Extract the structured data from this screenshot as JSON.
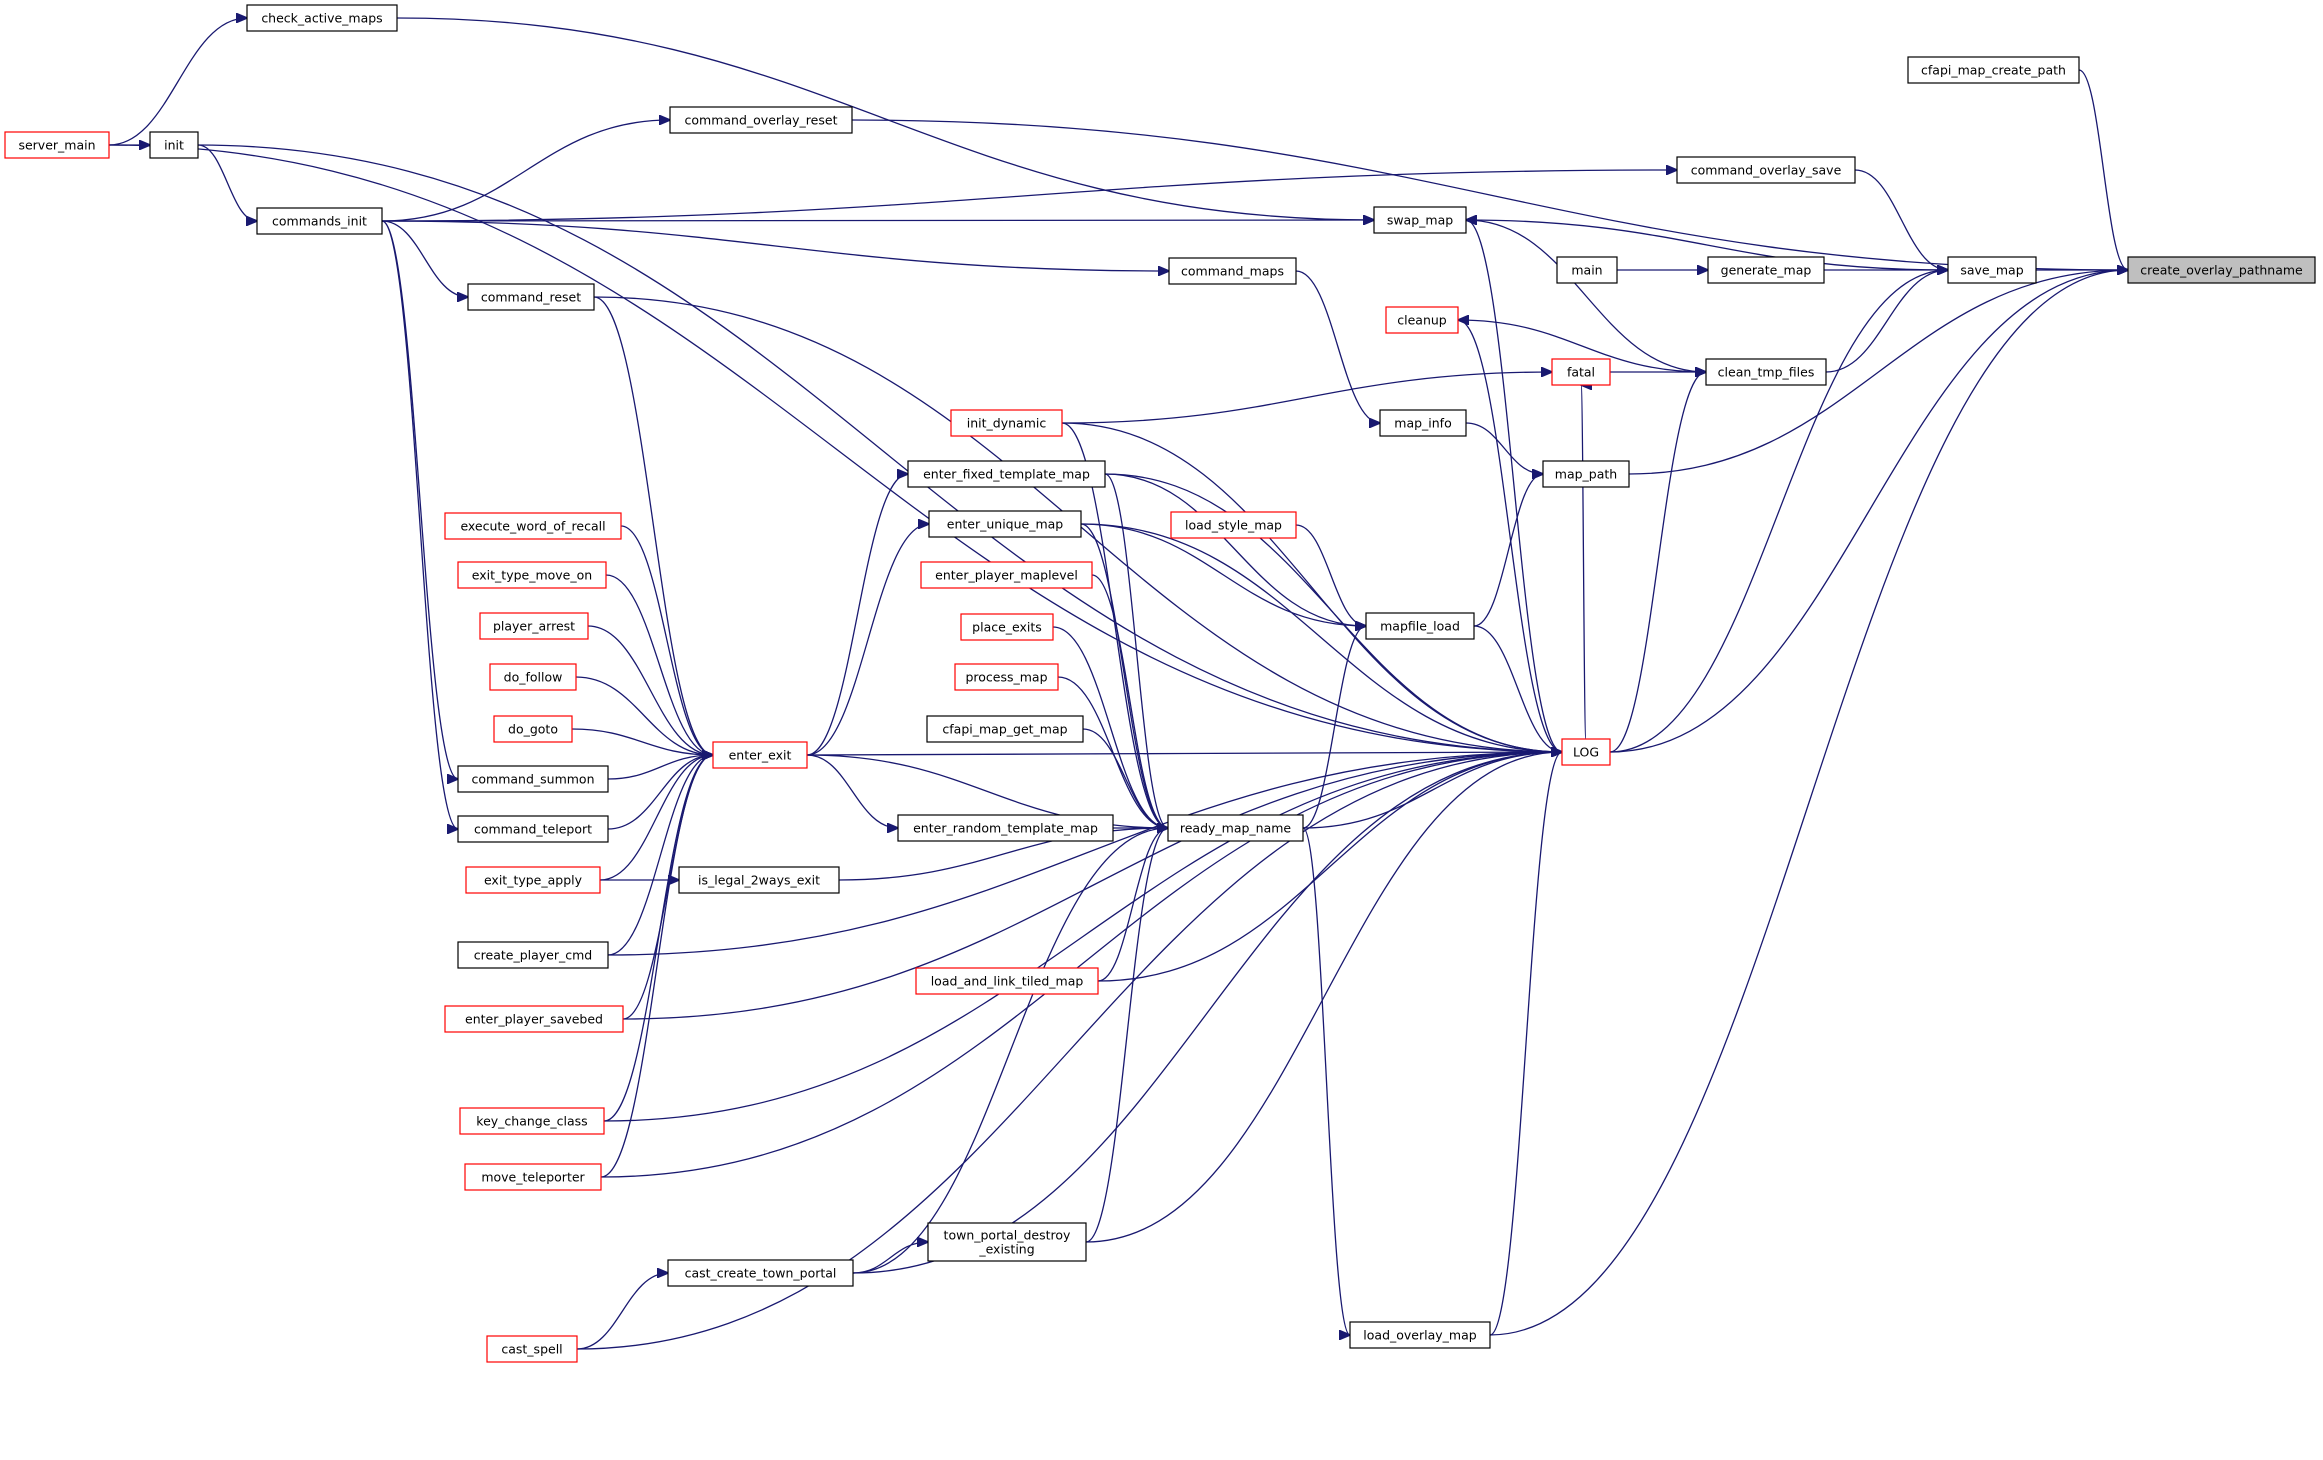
{
  "diagram": {
    "colors": {
      "edge": "#191970",
      "node_border": "#000000",
      "node_border_incomplete": "#ff0000",
      "root_fill": "#bfbfbf"
    },
    "nodes": [
      {
        "id": "create_overlay_pathname",
        "label": "create_overlay_pathname",
        "style": "root"
      },
      {
        "id": "cfapi_map_create_path",
        "label": "cfapi_map_create_path",
        "style": "normal"
      },
      {
        "id": "save_map",
        "label": "save_map",
        "style": "normal"
      },
      {
        "id": "command_overlay_save",
        "label": "command_overlay_save",
        "style": "normal"
      },
      {
        "id": "generate_map",
        "label": "generate_map",
        "style": "normal"
      },
      {
        "id": "main",
        "label": "main",
        "style": "normal"
      },
      {
        "id": "clean_tmp_files",
        "label": "clean_tmp_files",
        "style": "normal"
      },
      {
        "id": "fatal",
        "label": "fatal",
        "style": "red"
      },
      {
        "id": "cleanup",
        "label": "cleanup",
        "style": "red"
      },
      {
        "id": "swap_map",
        "label": "swap_map",
        "style": "normal"
      },
      {
        "id": "map_path",
        "label": "map_path",
        "style": "normal"
      },
      {
        "id": "map_info",
        "label": "map_info",
        "style": "normal"
      },
      {
        "id": "command_maps",
        "label": "command_maps",
        "style": "normal"
      },
      {
        "id": "LOG",
        "label": "LOG",
        "style": "red"
      },
      {
        "id": "mapfile_load",
        "label": "mapfile_load",
        "style": "normal"
      },
      {
        "id": "load_style_map",
        "label": "load_style_map",
        "style": "red"
      },
      {
        "id": "ready_map_name",
        "label": "ready_map_name",
        "style": "normal"
      },
      {
        "id": "load_overlay_map",
        "label": "load_overlay_map",
        "style": "normal"
      },
      {
        "id": "town_portal_destroy_existing",
        "label": "town_portal_destroy\n_existing",
        "style": "normal"
      },
      {
        "id": "cast_create_town_portal",
        "label": "cast_create_town_portal",
        "style": "normal"
      },
      {
        "id": "cast_spell",
        "label": "cast_spell",
        "style": "red"
      },
      {
        "id": "load_and_link_tiled_map",
        "label": "load_and_link_tiled_map",
        "style": "red"
      },
      {
        "id": "enter_random_template_map",
        "label": "enter_random_template_map",
        "style": "normal"
      },
      {
        "id": "is_legal_2ways_exit",
        "label": "is_legal_2ways_exit",
        "style": "normal"
      },
      {
        "id": "cfapi_map_get_map",
        "label": "cfapi_map_get_map",
        "style": "normal"
      },
      {
        "id": "process_map",
        "label": "process_map",
        "style": "red"
      },
      {
        "id": "place_exits",
        "label": "place_exits",
        "style": "red"
      },
      {
        "id": "enter_player_maplevel",
        "label": "enter_player_maplevel",
        "style": "red"
      },
      {
        "id": "enter_unique_map",
        "label": "enter_unique_map",
        "style": "normal"
      },
      {
        "id": "enter_fixed_template_map",
        "label": "enter_fixed_template_map",
        "style": "normal"
      },
      {
        "id": "init_dynamic",
        "label": "init_dynamic",
        "style": "red"
      },
      {
        "id": "enter_exit",
        "label": "enter_exit",
        "style": "red"
      },
      {
        "id": "execute_word_of_recall",
        "label": "execute_word_of_recall",
        "style": "red"
      },
      {
        "id": "exit_type_move_on",
        "label": "exit_type_move_on",
        "style": "red"
      },
      {
        "id": "player_arrest",
        "label": "player_arrest",
        "style": "red"
      },
      {
        "id": "do_follow",
        "label": "do_follow",
        "style": "red"
      },
      {
        "id": "do_goto",
        "label": "do_goto",
        "style": "red"
      },
      {
        "id": "command_summon",
        "label": "command_summon",
        "style": "normal"
      },
      {
        "id": "command_teleport",
        "label": "command_teleport",
        "style": "normal"
      },
      {
        "id": "exit_type_apply",
        "label": "exit_type_apply",
        "style": "red"
      },
      {
        "id": "create_player_cmd",
        "label": "create_player_cmd",
        "style": "normal"
      },
      {
        "id": "enter_player_savebed",
        "label": "enter_player_savebed",
        "style": "red"
      },
      {
        "id": "key_change_class",
        "label": "key_change_class",
        "style": "red"
      },
      {
        "id": "move_teleporter",
        "label": "move_teleporter",
        "style": "red"
      },
      {
        "id": "command_reset",
        "label": "command_reset",
        "style": "normal"
      },
      {
        "id": "commands_init",
        "label": "commands_init",
        "style": "normal"
      },
      {
        "id": "command_overlay_reset",
        "label": "command_overlay_reset",
        "style": "normal"
      },
      {
        "id": "init",
        "label": "init",
        "style": "normal"
      },
      {
        "id": "check_active_maps",
        "label": "check_active_maps",
        "style": "normal"
      },
      {
        "id": "server_main",
        "label": "server_main",
        "style": "red"
      }
    ],
    "edges": [
      [
        "cfapi_map_create_path",
        "create_overlay_pathname"
      ],
      [
        "save_map",
        "create_overlay_pathname"
      ],
      [
        "command_overlay_reset",
        "create_overlay_pathname"
      ],
      [
        "map_path",
        "create_overlay_pathname"
      ],
      [
        "LOG",
        "create_overlay_pathname"
      ],
      [
        "load_overlay_map",
        "create_overlay_pathname"
      ],
      [
        "command_overlay_save",
        "save_map"
      ],
      [
        "generate_map",
        "save_map"
      ],
      [
        "clean_tmp_files",
        "save_map"
      ],
      [
        "swap_map",
        "save_map"
      ],
      [
        "LOG",
        "save_map"
      ],
      [
        "main",
        "generate_map"
      ],
      [
        "fatal",
        "clean_tmp_files"
      ],
      [
        "cleanup",
        "clean_tmp_files"
      ],
      [
        "LOG",
        "clean_tmp_files"
      ],
      [
        "clean_tmp_files",
        "swap_map"
      ],
      [
        "LOG",
        "swap_map"
      ],
      [
        "commands_init",
        "swap_map"
      ],
      [
        "check_active_maps",
        "swap_map"
      ],
      [
        "LOG",
        "fatal"
      ],
      [
        "init_dynamic",
        "fatal"
      ],
      [
        "LOG",
        "cleanup"
      ],
      [
        "map_info",
        "map_path"
      ],
      [
        "mapfile_load",
        "map_path"
      ],
      [
        "command_maps",
        "map_info"
      ],
      [
        "commands_init",
        "command_maps"
      ],
      [
        "mapfile_load",
        "LOG"
      ],
      [
        "ready_map_name",
        "LOG"
      ],
      [
        "load_and_link_tiled_map",
        "LOG"
      ],
      [
        "load_overlay_map",
        "LOG"
      ],
      [
        "enter_exit",
        "LOG"
      ],
      [
        "enter_fixed_template_map",
        "LOG"
      ],
      [
        "enter_unique_map",
        "LOG"
      ],
      [
        "init_dynamic",
        "LOG"
      ],
      [
        "command_reset",
        "LOG"
      ],
      [
        "create_player_cmd",
        "LOG"
      ],
      [
        "enter_player_savebed",
        "LOG"
      ],
      [
        "key_change_class",
        "LOG"
      ],
      [
        "move_teleporter",
        "LOG"
      ],
      [
        "town_portal_destroy_existing",
        "LOG"
      ],
      [
        "cast_create_town_portal",
        "LOG"
      ],
      [
        "cast_spell",
        "LOG"
      ],
      [
        "server_main",
        "LOG"
      ],
      [
        "init",
        "LOG"
      ],
      [
        "load_style_map",
        "mapfile_load"
      ],
      [
        "enter_fixed_template_map",
        "mapfile_load"
      ],
      [
        "enter_unique_map",
        "mapfile_load"
      ],
      [
        "ready_map_name",
        "mapfile_load"
      ],
      [
        "enter_random_template_map",
        "ready_map_name"
      ],
      [
        "is_legal_2ways_exit",
        "ready_map_name"
      ],
      [
        "cfapi_map_get_map",
        "ready_map_name"
      ],
      [
        "process_map",
        "ready_map_name"
      ],
      [
        "place_exits",
        "ready_map_name"
      ],
      [
        "enter_player_maplevel",
        "ready_map_name"
      ],
      [
        "enter_unique_map",
        "ready_map_name"
      ],
      [
        "enter_fixed_template_map",
        "ready_map_name"
      ],
      [
        "init_dynamic",
        "ready_map_name"
      ],
      [
        "enter_exit",
        "ready_map_name"
      ],
      [
        "load_and_link_tiled_map",
        "ready_map_name"
      ],
      [
        "town_portal_destroy_existing",
        "ready_map_name"
      ],
      [
        "cast_create_town_portal",
        "ready_map_name"
      ],
      [
        "ready_map_name",
        "load_overlay_map"
      ],
      [
        "cast_create_town_portal",
        "town_portal_destroy_existing"
      ],
      [
        "cast_spell",
        "cast_create_town_portal"
      ],
      [
        "enter_exit",
        "enter_random_template_map"
      ],
      [
        "enter_exit",
        "enter_fixed_template_map"
      ],
      [
        "enter_exit",
        "enter_unique_map"
      ],
      [
        "exit_type_apply",
        "is_legal_2ways_exit"
      ],
      [
        "execute_word_of_recall",
        "enter_exit"
      ],
      [
        "exit_type_move_on",
        "enter_exit"
      ],
      [
        "player_arrest",
        "enter_exit"
      ],
      [
        "do_follow",
        "enter_exit"
      ],
      [
        "do_goto",
        "enter_exit"
      ],
      [
        "command_summon",
        "enter_exit"
      ],
      [
        "command_teleport",
        "enter_exit"
      ],
      [
        "exit_type_apply",
        "enter_exit"
      ],
      [
        "create_player_cmd",
        "enter_exit"
      ],
      [
        "enter_player_savebed",
        "enter_exit"
      ],
      [
        "key_change_class",
        "enter_exit"
      ],
      [
        "move_teleporter",
        "enter_exit"
      ],
      [
        "command_reset",
        "enter_exit"
      ],
      [
        "commands_init",
        "command_summon"
      ],
      [
        "commands_init",
        "command_teleport"
      ],
      [
        "commands_init",
        "command_reset"
      ],
      [
        "commands_init",
        "command_overlay_reset"
      ],
      [
        "commands_init",
        "command_overlay_save"
      ],
      [
        "init",
        "commands_init"
      ],
      [
        "server_main",
        "init"
      ],
      [
        "server_main",
        "check_active_maps"
      ]
    ]
  }
}
